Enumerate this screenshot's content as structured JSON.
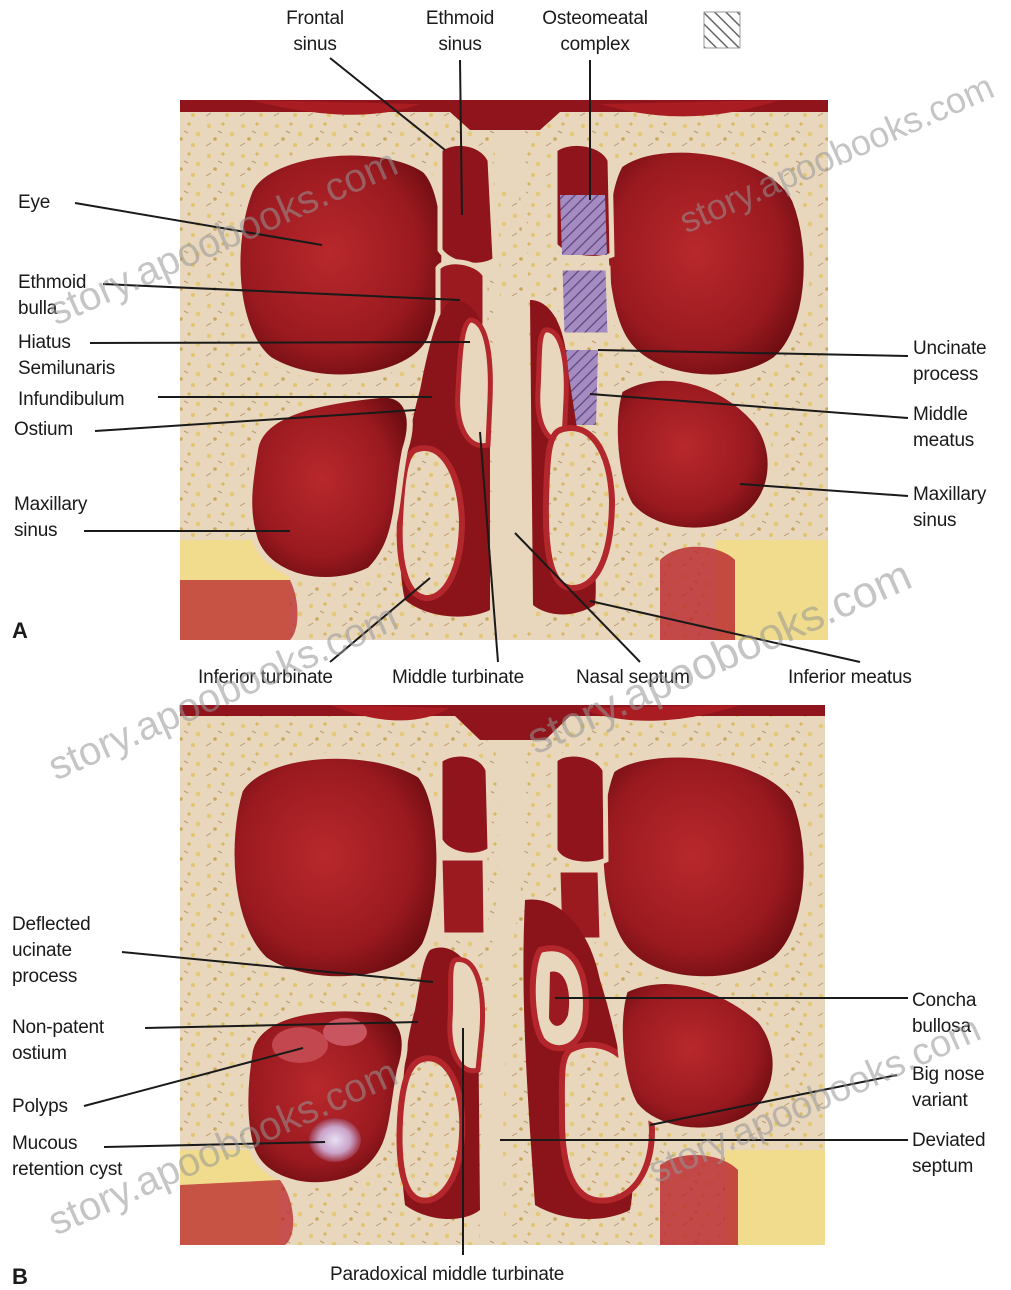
{
  "legend": {
    "hatch_meaning": "Osteomeatal complex"
  },
  "panel_a": {
    "letter": "A",
    "labels": {
      "frontal_sinus": "Frontal\nsinus",
      "ethmoid_sinus": "Ethmoid\nsinus",
      "osteomeatal_complex": "Osteomeatal\ncomplex",
      "eye": "Eye",
      "ethmoid_bulla": "Ethmoid\nbulla",
      "hiatus_semilunaris": "Hiatus\nSemilunaris",
      "infundibulum": "Infundibulum",
      "ostium": "Ostium",
      "maxillary_sinus_left": "Maxillary\nsinus",
      "uncinate_process": "Uncinate\nprocess",
      "middle_meatus": "Middle\nmeatus",
      "maxillary_sinus_right": "Maxillary\nsinus",
      "inferior_turbinate": "Inferior turbinate",
      "middle_turbinate": "Middle turbinate",
      "nasal_septum": "Nasal septum",
      "inferior_meatus": "Inferior meatus"
    }
  },
  "panel_b": {
    "letter": "B",
    "labels": {
      "deflected_ucinate_process": "Deflected\nucinate\nprocess",
      "non_patent_ostium": "Non-patent\nostium",
      "polyps": "Polyps",
      "mucous_retention_cyst": "Mucous\nretention cyst",
      "concha_bullosa": "Concha\nbullosa",
      "big_nose_variant": "Big nose\nvariant",
      "deviated_septum": "Deviated\nseptum",
      "paradoxical_middle_turbinate": "Paradoxical middle turbinate"
    }
  },
  "watermark": "story.apoobooks.com",
  "colors": {
    "background": "#ffffff",
    "bone_fill": "#e9d7bd",
    "marrow": "#e8d48a",
    "cavity": "#9a1a1f",
    "cavity_dark": "#6e0d12",
    "mucosa": "#b3262b",
    "ocm_hatch": "#8a6fa8",
    "leader_line": "#1a1a1a"
  }
}
